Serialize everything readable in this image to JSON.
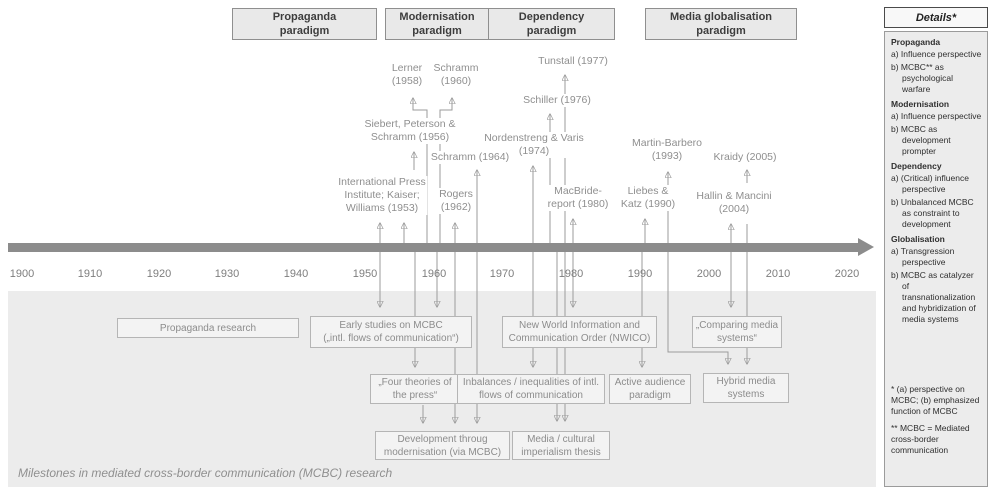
{
  "figure": {
    "caption": "Milestones in mediated cross-border communication (MCBC) research"
  },
  "paradigms": [
    {
      "label": "Propaganda\nparadigm"
    },
    {
      "label": "Modernisation\nparadigm"
    },
    {
      "label": "Dependency\nparadigm"
    },
    {
      "label": "Media globalisation\nparadigm"
    }
  ],
  "timeline": {
    "years": [
      "1900",
      "1910",
      "1920",
      "1930",
      "1940",
      "1950",
      "1960",
      "1970",
      "1980",
      "1990",
      "2000",
      "2010",
      "2020"
    ],
    "events": [
      {
        "label": "Lerner\n(1958)"
      },
      {
        "label": "Schramm\n(1960)"
      },
      {
        "label": "Tunstall (1977)"
      },
      {
        "label": "Schiller (1976)"
      },
      {
        "label": "Siebert, Peterson &\nSchramm (1956)"
      },
      {
        "label": "Nordenstreng & Varis\n(1974)"
      },
      {
        "label": "Schramm (1964)"
      },
      {
        "label": "Martin-Barbero\n(1993)"
      },
      {
        "label": "Kraidy (2005)"
      },
      {
        "label": "International Press\nInstitute; Kaiser;\nWilliams (1953)"
      },
      {
        "label": "Rogers\n(1962)"
      },
      {
        "label": "MacBride-\nreport (1980)"
      },
      {
        "label": "Liebes &\nKatz (1990)"
      },
      {
        "label": "Hallin & Mancini\n(2004)"
      }
    ]
  },
  "research_boxes": [
    {
      "label": "Propaganda research"
    },
    {
      "label": "Early studies on MCBC\n(„intl. flows of communication“)"
    },
    {
      "label": "New World Information and\nCommunication Order (NWICO)"
    },
    {
      "label": "„Comparing media\nsystems“"
    },
    {
      "label": "„Four theories of\nthe press“"
    },
    {
      "label": "Inbalances / inequalities of intl.\nflows of communication"
    },
    {
      "label": "Active audience\nparadigm"
    },
    {
      "label": "Hybrid media\nsystems"
    },
    {
      "label": "Development throug\nmodernisation (via MCBC)"
    },
    {
      "label": "Media / cultural\nimperialism thesis"
    }
  ],
  "details": {
    "title": "Details*",
    "sections": [
      {
        "header": "Propaganda",
        "items": [
          "a) Influence perspective",
          "b) MCBC** as psychological warfare"
        ]
      },
      {
        "header": "Modernisation",
        "items": [
          "a) Influence perspective",
          "b) MCBC as development prompter"
        ]
      },
      {
        "header": "Dependency",
        "items": [
          "a) (Critical) influence perspective",
          "b) Unbalanced MCBC as constraint to development"
        ]
      },
      {
        "header": "Globalisation",
        "items": [
          "a) Transgression perspective",
          "b) MCBC as catalyzer of transnationalization and hybridization of media systems"
        ]
      }
    ],
    "footnotes": [
      "* (a) perspective on MCBC; (b) emphasized function of MCBC",
      "** MCBC = Mediated cross-border communication"
    ]
  },
  "colors": {
    "timeline_bar": "#8c8c8c",
    "panel_bg": "#ececec",
    "box_border": "#b5b5b5",
    "label_gray": "#8f8f8f"
  }
}
